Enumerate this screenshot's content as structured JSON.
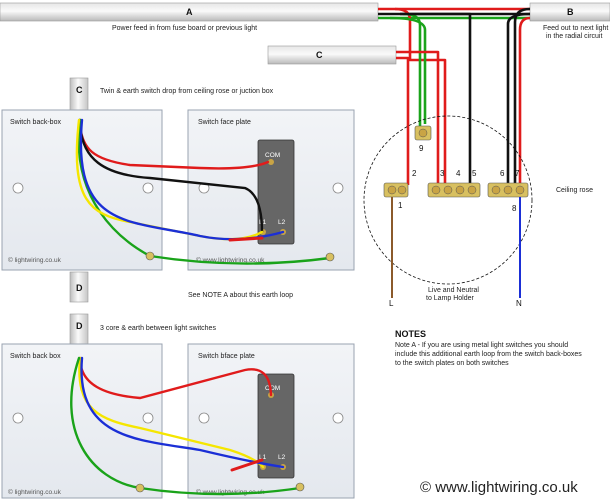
{
  "cables": {
    "a": "A",
    "b": "B",
    "c_top": "C",
    "c_drop": "C",
    "d1": "D",
    "d2": "D"
  },
  "labels": {
    "power_feed": "Power feed in from fuse board or previous light",
    "feed_out": "Feed out to next light in the radial circuit",
    "twin_earth": "Twin & earth switch drop from ceiling rose or juction box",
    "three_core": "3 core & earth between light switches",
    "earth_loop": "See NOTE A about this earth loop",
    "ceiling_rose": "Ceiling rose",
    "live_neutral": "Live and Neutral to Lamp Holder",
    "l": "L",
    "n": "N"
  },
  "boxes": {
    "back_box_1": "Switch back-box",
    "face_plate_1": "Switch face plate",
    "back_box_2": "Switch back box",
    "face_plate_2": "Switch bface plate"
  },
  "switch_terms": {
    "com": "COM",
    "l1": "L1",
    "l2": "L2"
  },
  "terminals": [
    "1",
    "2",
    "3",
    "4",
    "5",
    "6",
    "7",
    "8",
    "9"
  ],
  "watermark": "© lightwiring.co.uk",
  "footer": "© www.lightwiring.co.uk",
  "notes": {
    "title": "NOTES",
    "text_lines": [
      "Note A - If you are using metal light switches you should",
      "include this additional earth loop from the switch back-boxes",
      "to the switch plates on both switches"
    ]
  },
  "colors": {
    "red": "#e01b1b",
    "black": "#111111",
    "green": "#1aa31a",
    "yellow": "#f5e600",
    "blue": "#1b2fd6",
    "brown": "#8b5a2b",
    "grey_blue": "#5f6fd8"
  }
}
